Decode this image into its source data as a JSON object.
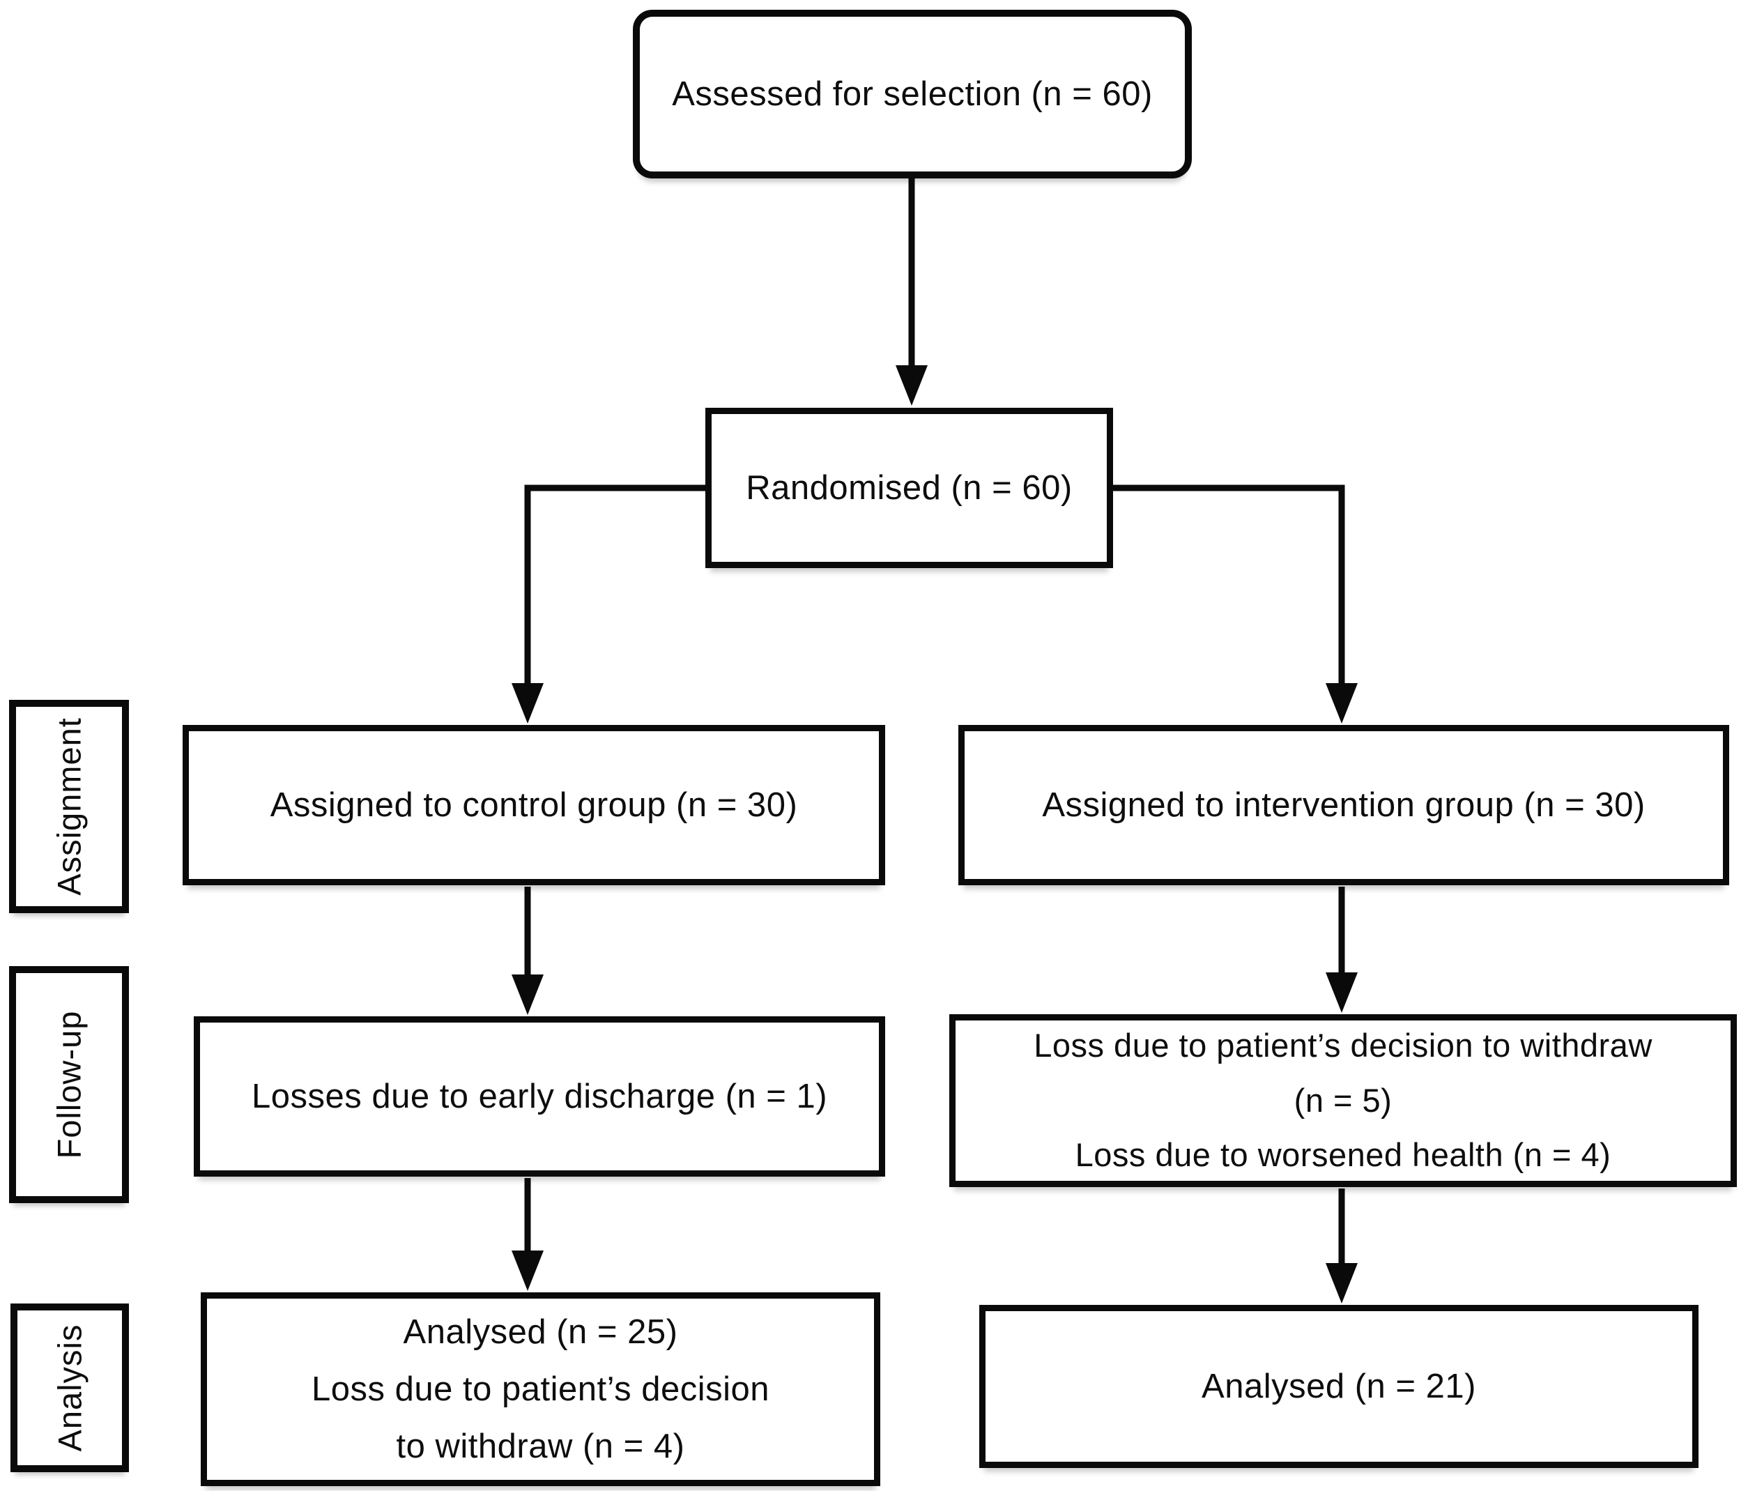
{
  "diagram": {
    "type": "consort-flow",
    "boxes": {
      "assessed": {
        "text": "Assessed for selection (n = 60)"
      },
      "randomised": {
        "text": "Randomised (n = 60)"
      },
      "control": {
        "text": "Assigned to control group  (n = 30)"
      },
      "intervention": {
        "text": "Assigned to intervention group (n = 30)"
      },
      "followup_control": {
        "text": "Losses due to early discharge (n = 1)"
      },
      "followup_intervention": {
        "line1": "Loss due to patient’s decision to withdraw",
        "line2": "(n = 5)",
        "line3": "Loss due to worsened health (n = 4)"
      },
      "analysis_control": {
        "line1": "Analysed (n = 25)",
        "line2": "Loss due to patient’s decision",
        "line3": "to withdraw (n = 4)"
      },
      "analysis_intervention": {
        "text": "Analysed (n = 21)"
      }
    },
    "stage_labels": {
      "assignment": "Assignment",
      "followup": "Follow-up",
      "analysis": "Analysis"
    },
    "counts": {
      "assessed": 60,
      "randomised": 60,
      "control_assigned": 30,
      "intervention_assigned": 30,
      "control_loss_early_discharge": 1,
      "intervention_loss_withdraw": 5,
      "intervention_loss_worsened_health": 4,
      "control_analysed": 25,
      "control_loss_withdraw": 4,
      "intervention_analysed": 21
    },
    "colors": {
      "line": "#0a0a0a",
      "box_background": "#ffffff",
      "page_background": "#ffffff",
      "text": "#0d0d0d"
    }
  }
}
